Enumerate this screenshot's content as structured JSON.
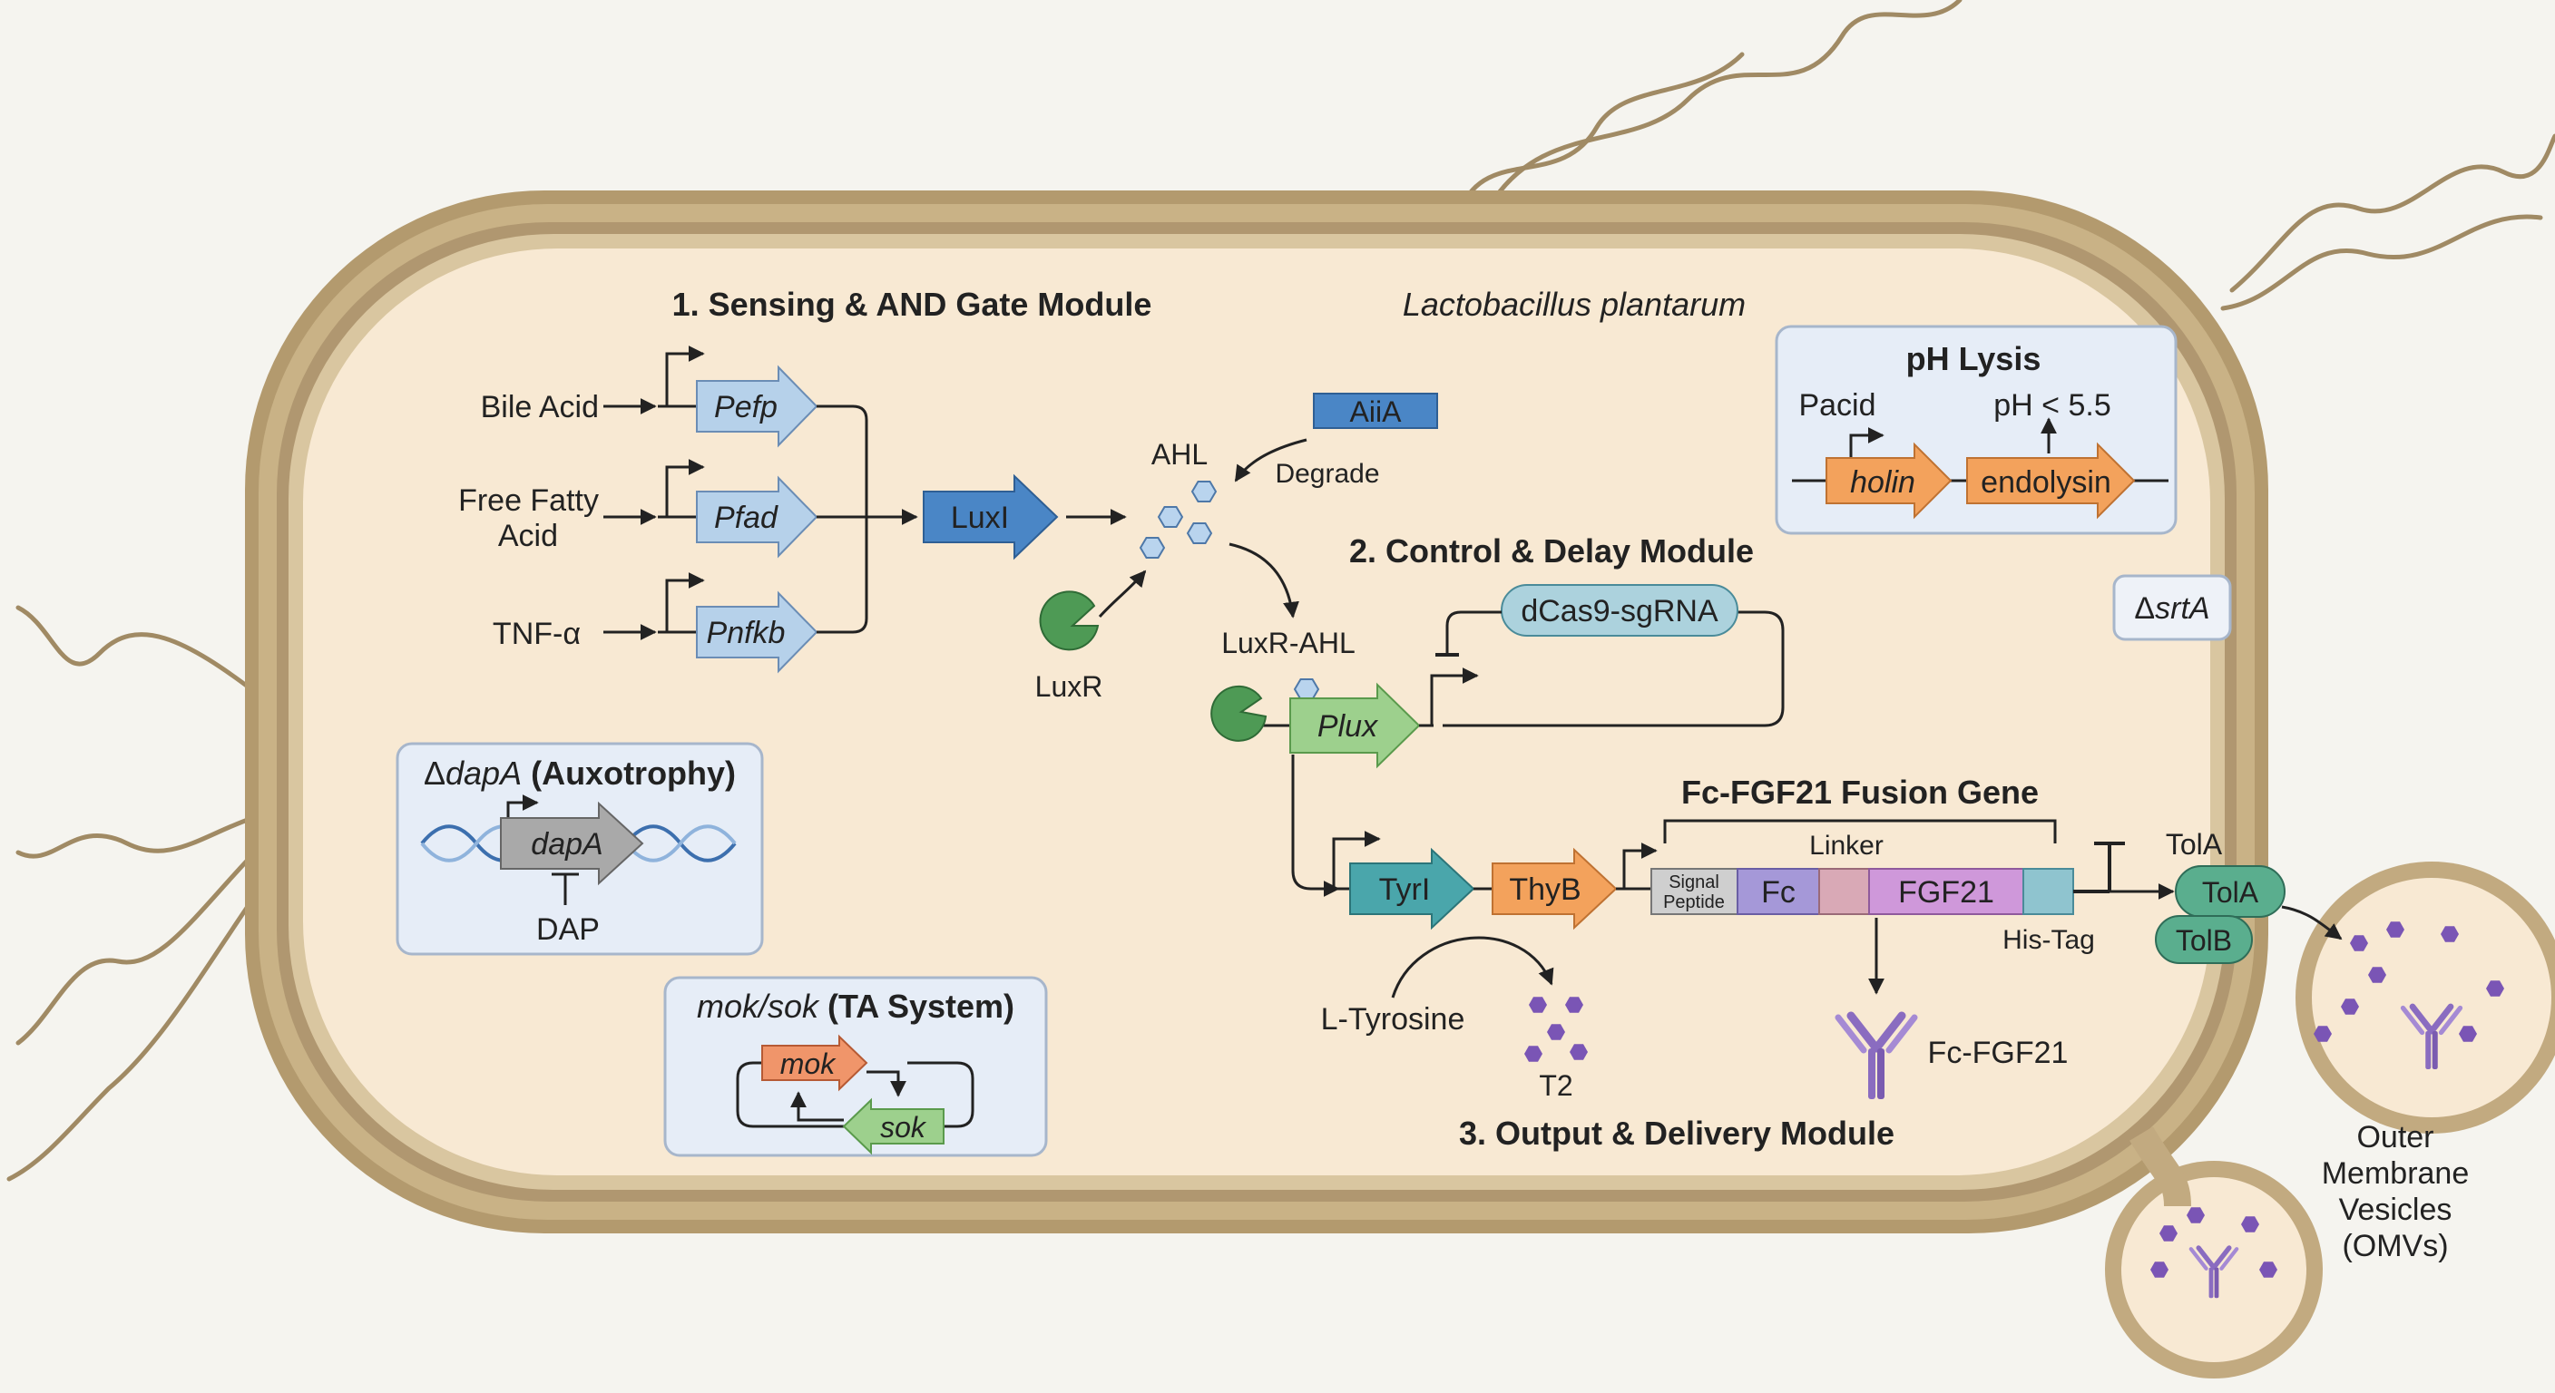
{
  "organism": "Lactobacillus plantarum",
  "modules": {
    "sensing_title": "1. Sensing & AND Gate Module",
    "control_title": "2. Control & Delay Module",
    "output_title": "3. Output & Delivery Module"
  },
  "inputs": {
    "bile_acid": "Bile Acid",
    "ffa_line1": "Free Fatty",
    "ffa_line2": "Acid",
    "tnf": "TNF-α"
  },
  "promoters": {
    "pefp": "Pefp",
    "pfad": "Pfad",
    "pnfkb": "Pnfkb",
    "plux": "Plux",
    "pacid": "Pacid"
  },
  "genes": {
    "luxi": "LuxI",
    "aiia": "AiiA",
    "tyrl": "TyrI",
    "thyb": "ThyB",
    "holin": "holin",
    "endolysin": "endolysin",
    "dapa": "dapA",
    "mok": "mok",
    "sok": "sok",
    "dcas9": "dCas9-sgRNA"
  },
  "labels": {
    "ahl": "AHL",
    "degrade": "Degrade",
    "luxr": "LuxR",
    "luxr_ahl": "LuxR-AHL",
    "ltyrosine": "L-Tyrosine",
    "t2": "T2",
    "fc_fgf21_product": "Fc-FGF21",
    "tola_top": "TolA",
    "tola": "TolA",
    "tolb": "TolB",
    "omv_line1": "Outer",
    "omv_line2": "Membrane",
    "omv_line3": "Vesicles",
    "omv_line4": "(OMVs)",
    "dsrta_prefix": "Δ",
    "dsrta_gene": "srtA"
  },
  "fusion": {
    "title": "Fc-FGF21 Fusion Gene",
    "linker": "Linker",
    "signal_line1": "Signal",
    "signal_line2": "Peptide",
    "fc": "Fc",
    "fgf21": "FGF21",
    "his_tag": "His-Tag"
  },
  "boxes": {
    "ph_title": "pH Lysis",
    "ph_condition": "pH < 5.5",
    "dapa_prefix": "Δ",
    "dapa_gene": "dapA",
    "dapa_suffix": " (Auxotrophy)",
    "dap": "DAP",
    "ta_gene": "mok/sok",
    "ta_suffix": " (TA System)"
  },
  "colors": {
    "membrane": "#c2aa80",
    "membrane_dark": "#6e5a3c",
    "cytoplasm": "#f8e9d3",
    "promoter_blue": "#b6d1ea",
    "luxi_blue": "#4a86c6",
    "orange": "#f3a25c",
    "teal": "#4aa6ab",
    "green": "#93c883",
    "purple": "#8a6cc0",
    "box_fill": "#e6edf7",
    "box_stroke": "#a7b6cb"
  },
  "icons": [
    "hexagon-molecule-icon",
    "pacman-luxr-icon",
    "antibody-icon",
    "dna-helix-icon",
    "promoter-arrow-icon",
    "terminator-icon"
  ]
}
